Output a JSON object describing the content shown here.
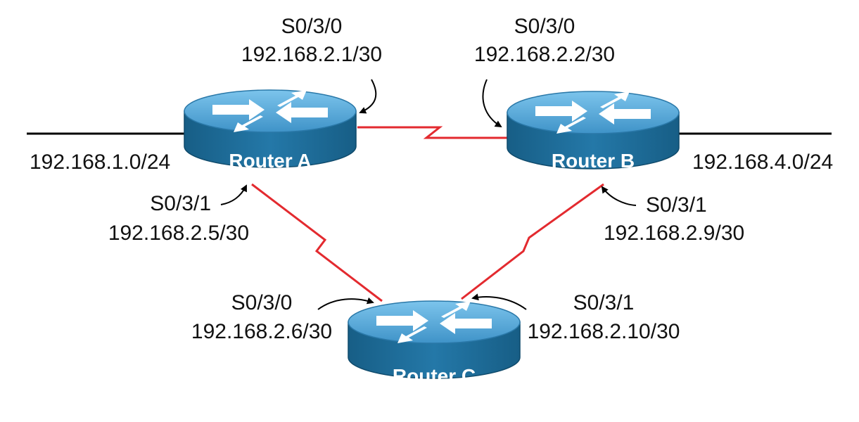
{
  "colors": {
    "wan_link": "#e32a2f",
    "lan_line": "#000000",
    "router_body": "#1f6d98",
    "router_top": "#5fb0df",
    "router_label": "#ffffff"
  },
  "routers": [
    {
      "id": "a",
      "name": "Router A"
    },
    {
      "id": "b",
      "name": "Router B"
    },
    {
      "id": "c",
      "name": "Router C"
    }
  ],
  "networks": {
    "left": "192.168.1.0/24",
    "right": "192.168.4.0/24"
  },
  "interfaces": {
    "a_s030": {
      "port": "S0/3/0",
      "ip": "192.168.2.1/30"
    },
    "b_s030": {
      "port": "S0/3/0",
      "ip": "192.168.2.2/30"
    },
    "a_s031": {
      "port": "S0/3/1",
      "ip": "192.168.2.5/30"
    },
    "b_s031": {
      "port": "S0/3/1",
      "ip": "192.168.2.9/30"
    },
    "c_s030": {
      "port": "S0/3/0",
      "ip": "192.168.2.6/30"
    },
    "c_s031": {
      "port": "S0/3/1",
      "ip": "192.168.2.10/30"
    }
  }
}
